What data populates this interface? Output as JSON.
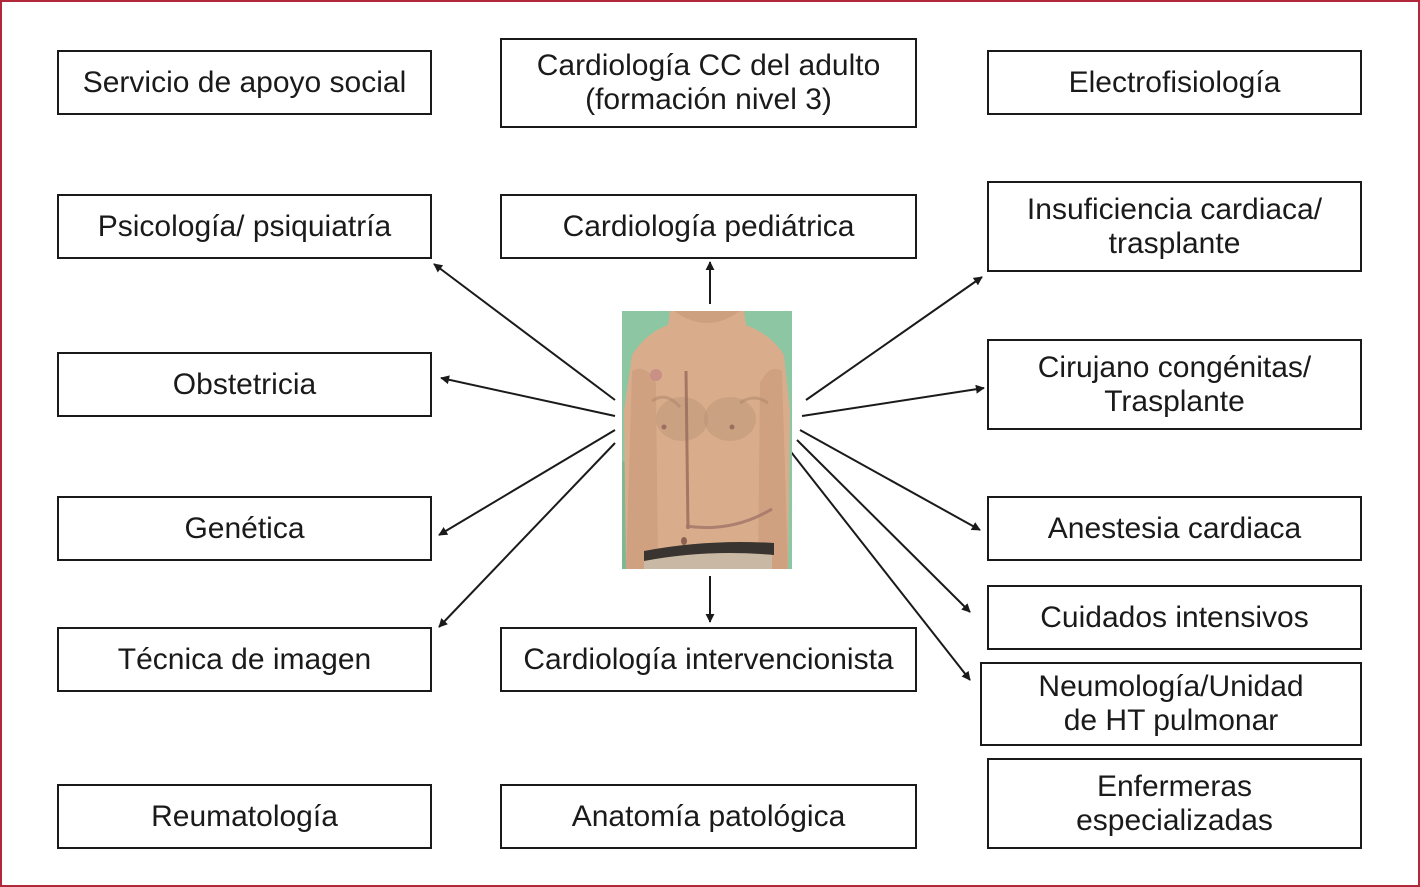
{
  "boxes": {
    "social": [
      "Servicio de apoyo social"
    ],
    "adult_cc": [
      "Cardiología CC del adulto",
      "(formación nivel 3)"
    ],
    "electro": [
      "Electrofisiología"
    ],
    "psych": [
      "Psicología/ psiquiatría"
    ],
    "ped_cardio": [
      "Cardiología pediátrica"
    ],
    "heart_failure": [
      "Insuficiencia cardiaca/",
      "trasplante"
    ],
    "obstetrics": [
      "Obstetricia"
    ],
    "surgeon": [
      "Cirujano congénitas/",
      "Trasplante"
    ],
    "genetics": [
      "Genética"
    ],
    "anesthesia": [
      "Anestesia cardiaca"
    ],
    "intensive": [
      "Cuidados intensivos"
    ],
    "imaging": [
      "Técnica de imagen"
    ],
    "interventional": [
      "Cardiología intervencionista"
    ],
    "pneumo": [
      "Neumología/Unidad",
      "de HT pulmonar"
    ],
    "rheuma": [
      "Reumatología"
    ],
    "pathology": [
      "Anatomía patológica"
    ],
    "nurses": [
      "Enfermeras",
      "especializadas"
    ]
  },
  "colors": {
    "frame_border": "#b0283a",
    "box_border": "#1a1a1a",
    "photo_background": "#8cc6a2",
    "skin": "#d9ad8c"
  }
}
